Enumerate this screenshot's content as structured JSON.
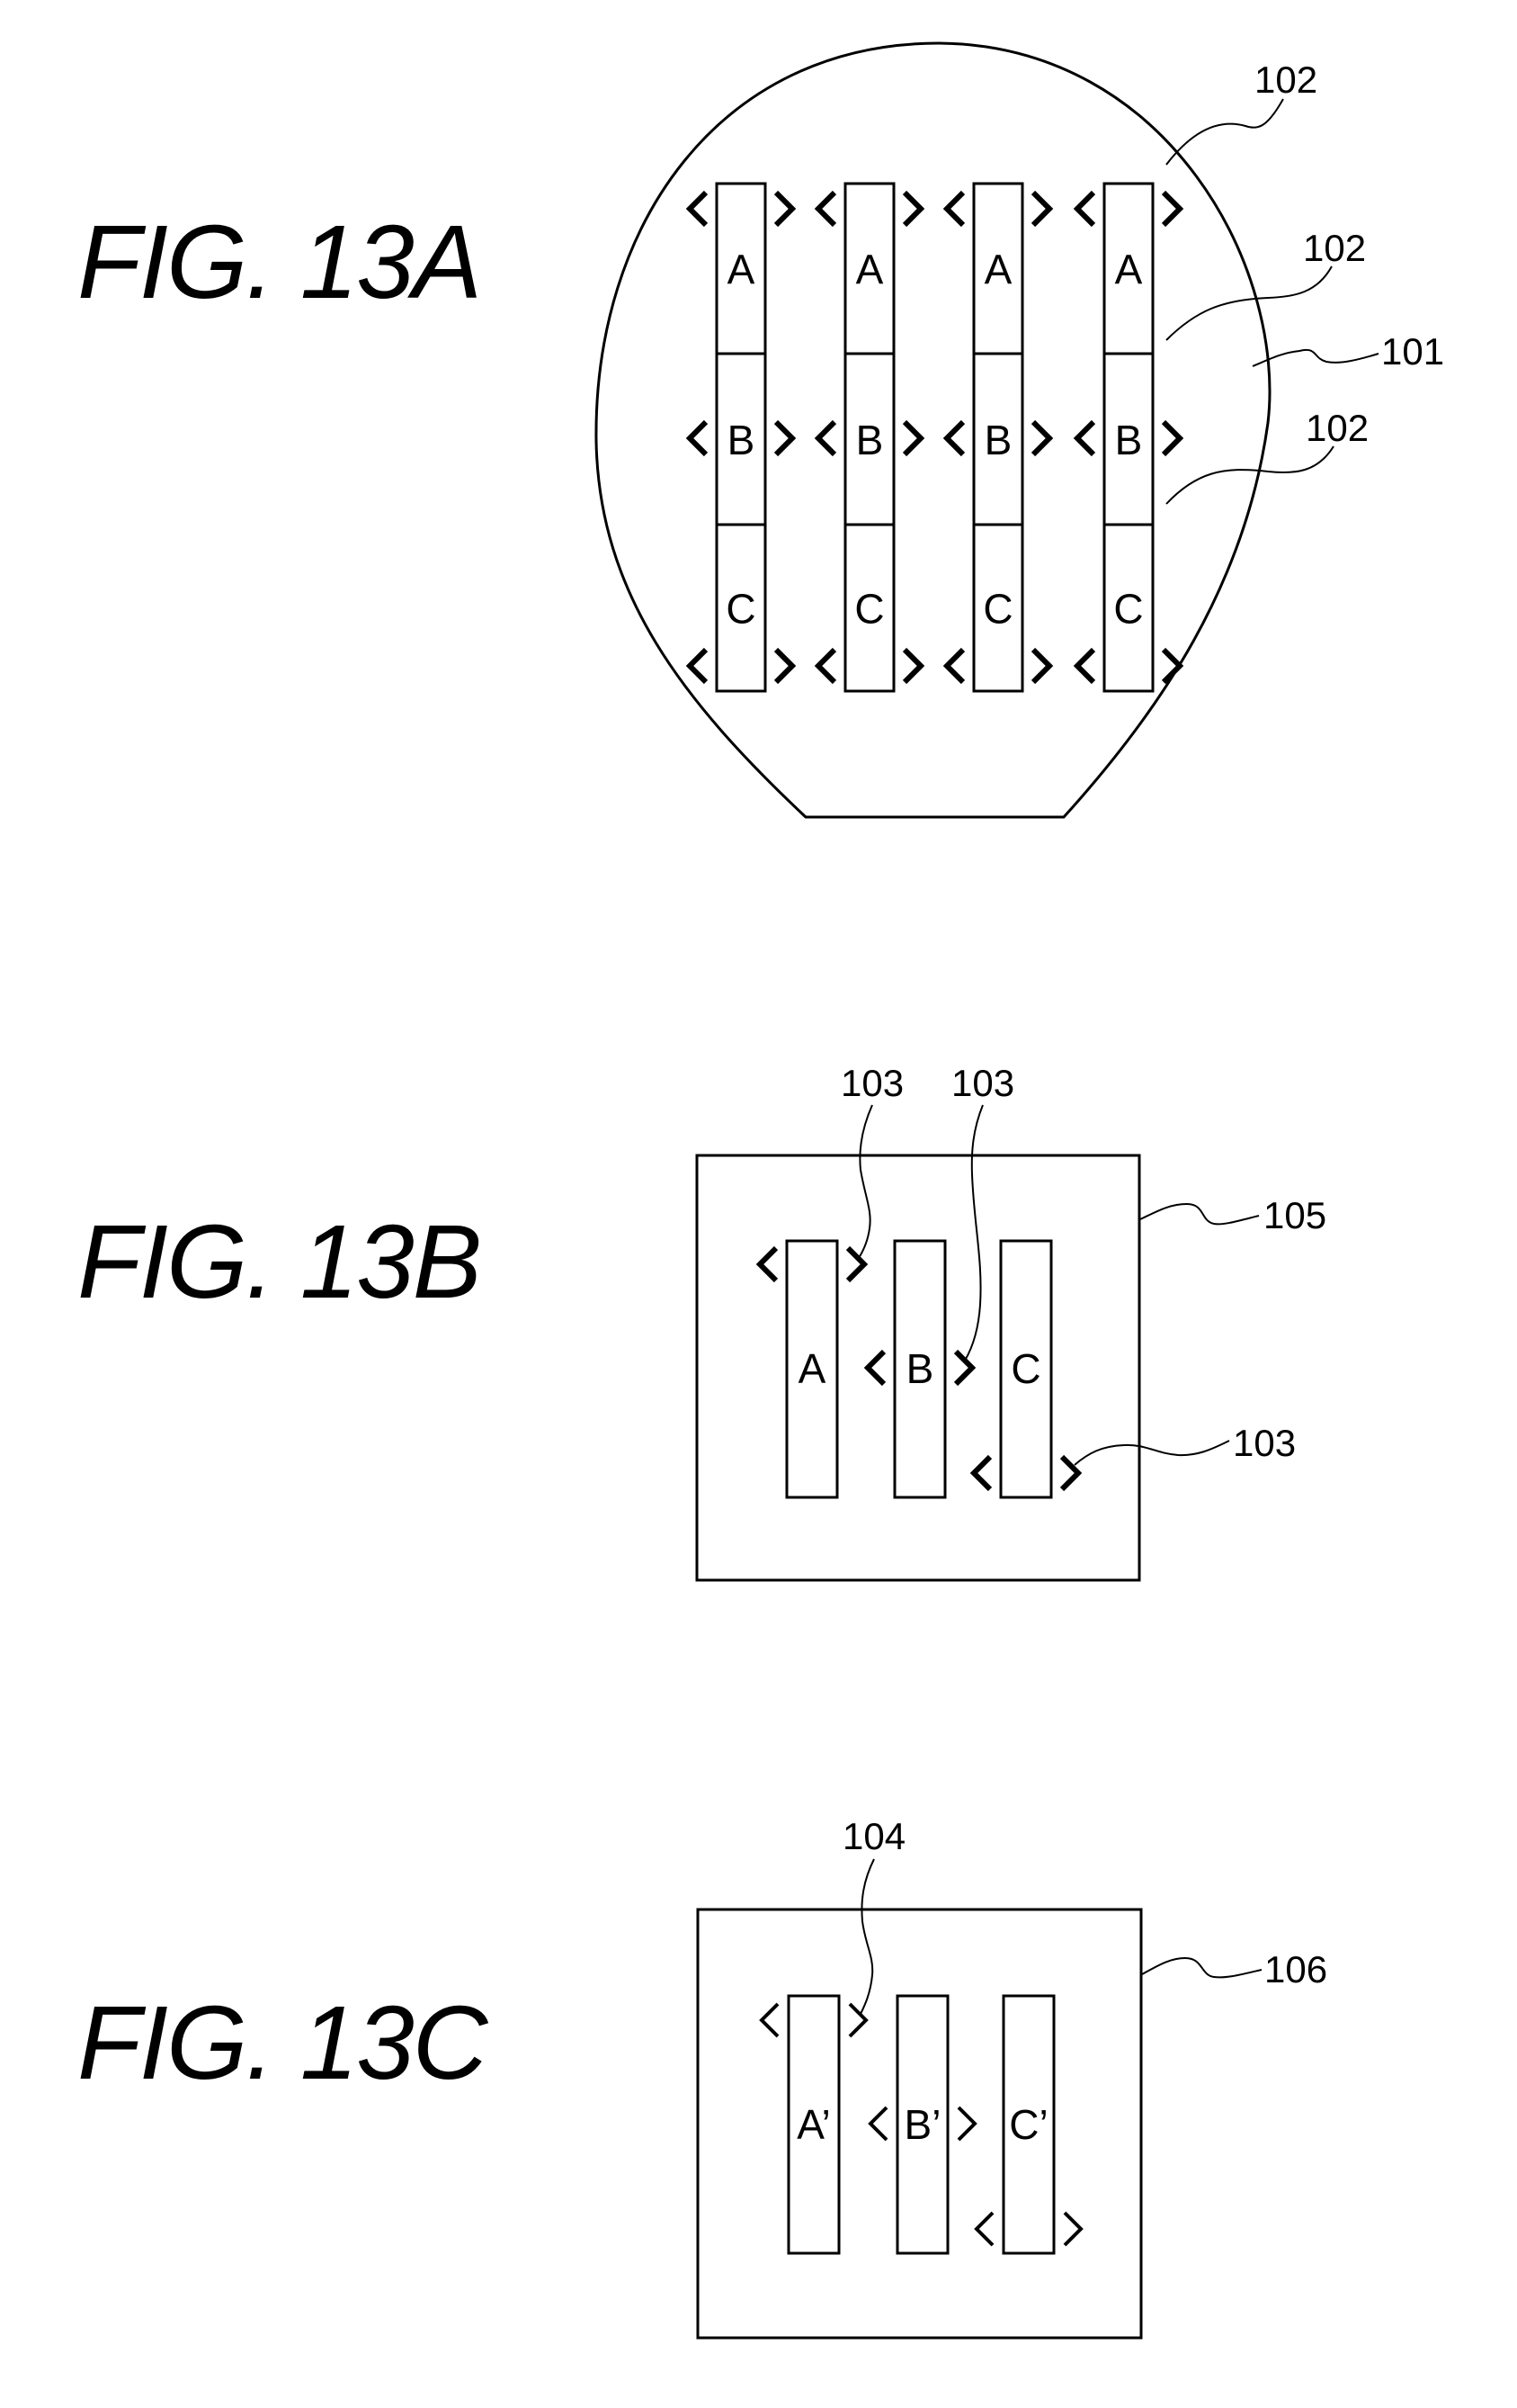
{
  "figures": [
    {
      "id": "13A",
      "title": "FIG.  13A",
      "description": "wafer with alignment-marked shot columns",
      "columns": 4,
      "rows": [
        "A",
        "B",
        "C"
      ],
      "references": [
        {
          "label": "102",
          "target": "alignment-mark-top"
        },
        {
          "label": "102",
          "target": "alignment-mark-middle"
        },
        {
          "label": "101",
          "target": "wafer"
        },
        {
          "label": "102",
          "target": "alignment-mark-bottom"
        }
      ]
    },
    {
      "id": "13B",
      "title": "FIG.  13B",
      "cells": [
        "A",
        "B",
        "C"
      ],
      "references": [
        {
          "label": "103",
          "target": "mark-A"
        },
        {
          "label": "103",
          "target": "mark-B"
        },
        {
          "label": "105",
          "target": "reticle"
        },
        {
          "label": "103",
          "target": "mark-C"
        }
      ]
    },
    {
      "id": "13C",
      "title": "FIG.  13C",
      "cells": [
        "A’",
        "B’",
        "C’"
      ],
      "references": [
        {
          "label": "104",
          "target": "mark-A-prime"
        },
        {
          "label": "106",
          "target": "reticle"
        }
      ]
    }
  ],
  "marks": {
    "left": "<",
    "right": ">"
  }
}
